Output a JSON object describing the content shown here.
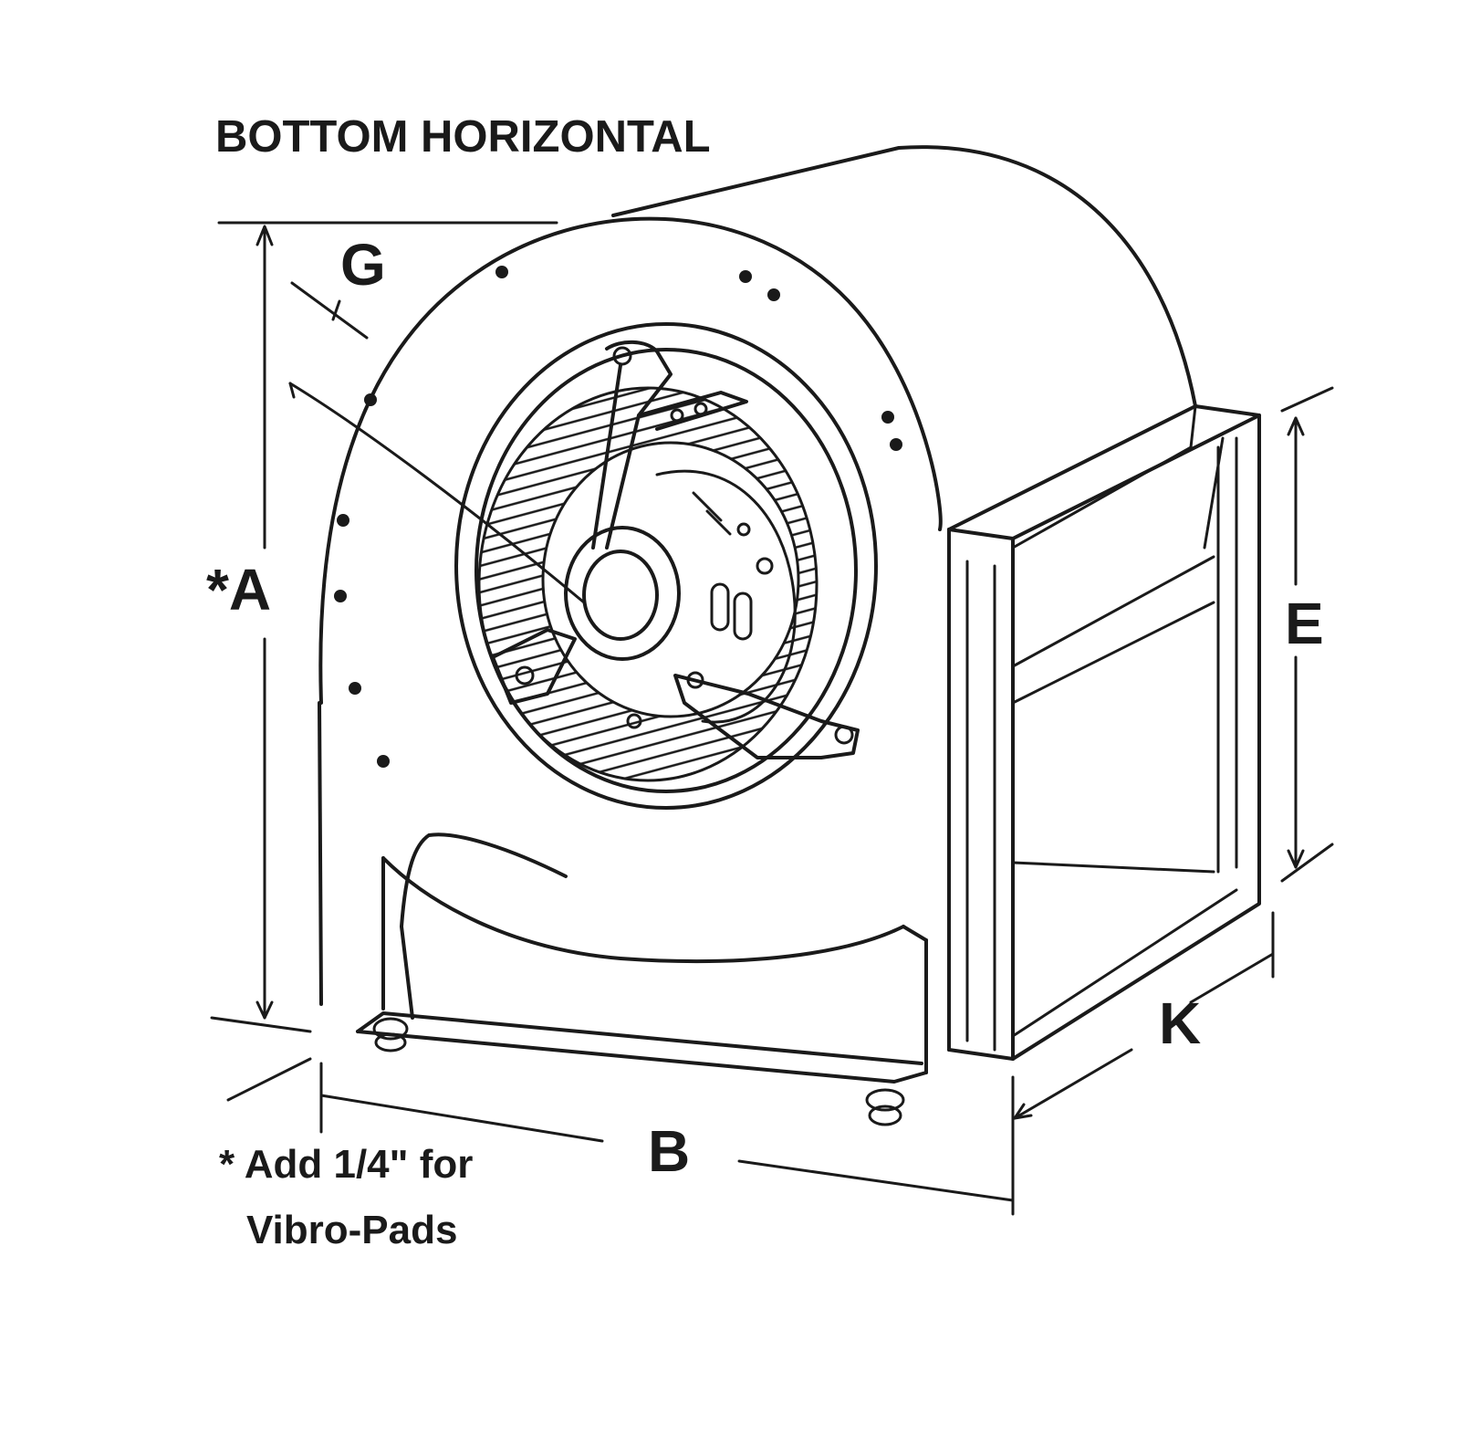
{
  "title": "BOTTOM HORIZONTAL",
  "dimensions": {
    "a": "*A",
    "b": "B",
    "e": "E",
    "g": "G",
    "k": "K"
  },
  "note": {
    "line1": "* Add 1/4\" for",
    "line2": "Vibro-Pads"
  },
  "colors": {
    "ink": "#1a1a1a",
    "paper": "#ffffff"
  }
}
